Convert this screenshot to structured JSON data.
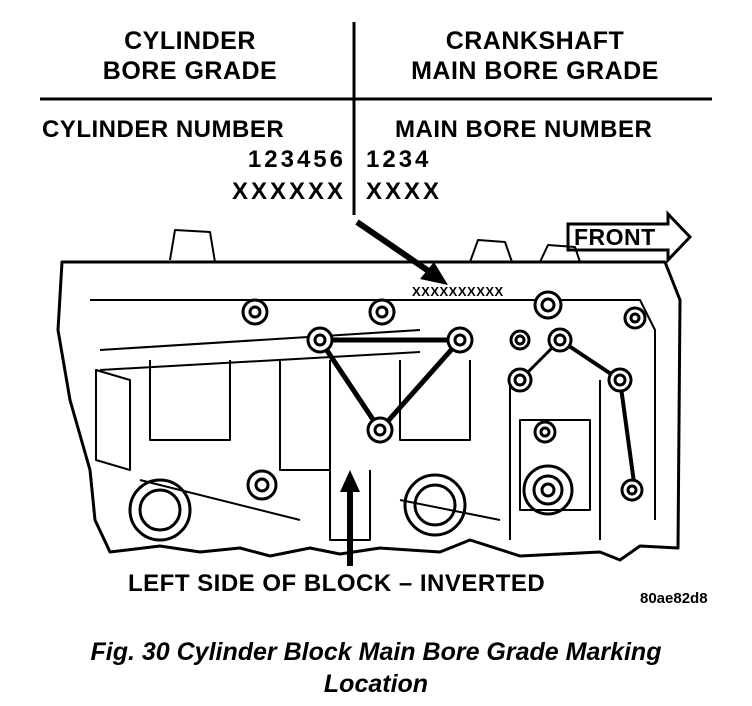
{
  "header": {
    "left_line1": "CYLINDER",
    "left_line2": "BORE GRADE",
    "right_line1": "CRANKSHAFT",
    "right_line2": "MAIN BORE GRADE"
  },
  "left": {
    "label": "CYLINDER NUMBER",
    "numbers": "123456",
    "marks": "XXXXXX"
  },
  "right": {
    "label": "MAIN BORE NUMBER",
    "numbers": "1234",
    "marks": "XXXX"
  },
  "front_label": "FRONT",
  "stamp_text": "XXXXXXXXXX",
  "bottom_label": "LEFT SIDE OF BLOCK – INVERTED",
  "figure_code": "80ae82d8",
  "caption": {
    "line1": "Fig. 30 Cylinder Block Main Bore Grade Marking",
    "line2": "Location"
  }
}
